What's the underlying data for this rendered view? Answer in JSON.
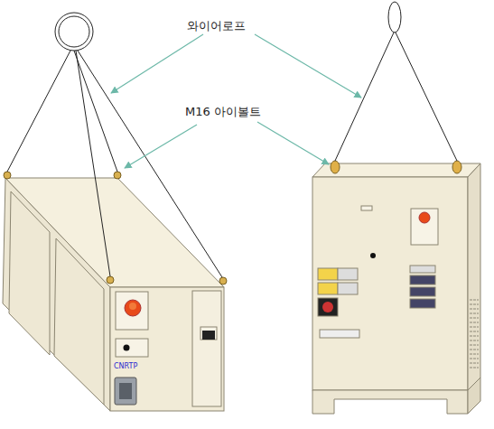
{
  "diagram": {
    "labels": [
      "와이어로프",
      "M16 아이볼트",
      "CNRTP"
    ]
  }
}
